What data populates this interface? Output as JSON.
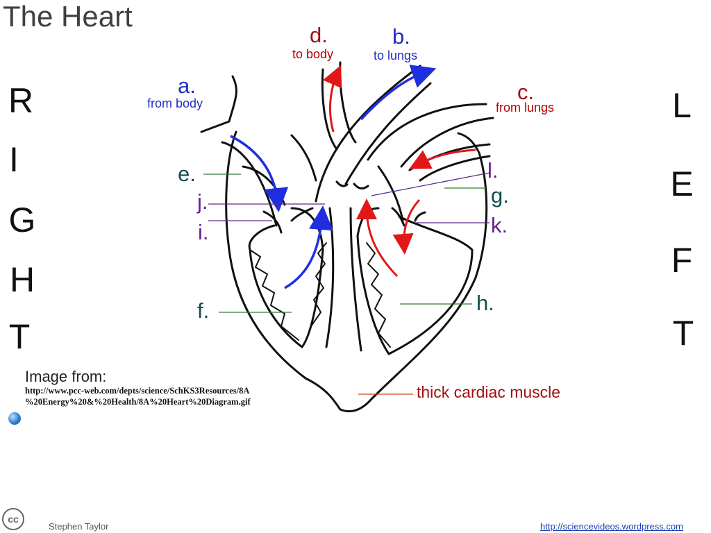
{
  "title": "The Heart",
  "side_right_letters": [
    "R",
    "I",
    "G",
    "H",
    "T"
  ],
  "side_left_letters": [
    "L",
    "E",
    "F",
    "T"
  ],
  "labels": {
    "a": {
      "letter": "a.",
      "caption": "from body"
    },
    "b": {
      "letter": "b.",
      "caption": "to lungs"
    },
    "c": {
      "letter": "c.",
      "caption": "from lungs"
    },
    "d": {
      "letter": "d.",
      "caption": "to body"
    },
    "e": "e.",
    "f": "f.",
    "g": "g.",
    "h": "h.",
    "i": "i.",
    "j": "j.",
    "k": "k.",
    "l": "l.",
    "muscle": "thick cardiac muscle"
  },
  "source": {
    "heading": "Image from:",
    "url_line1": "http://www.pcc-web.com/depts/science/SchKS3Resources/8A",
    "url_line2": "%20Energy%20&%20Health/8A%20Heart%20Diagram.gif"
  },
  "footer": {
    "license_badge": "cc",
    "author": "Stephen Taylor",
    "link": "http://sciencevideos.wordpress.com"
  },
  "colors": {
    "deoxygenated": "#1f2fdf",
    "oxygenated": "#e01818",
    "pointer_green": "#2e7d2e",
    "pointer_purple": "#5a2a8a",
    "pointer_red": "#d04020"
  },
  "icons": [
    "creative-commons-icon",
    "globe-icon"
  ]
}
